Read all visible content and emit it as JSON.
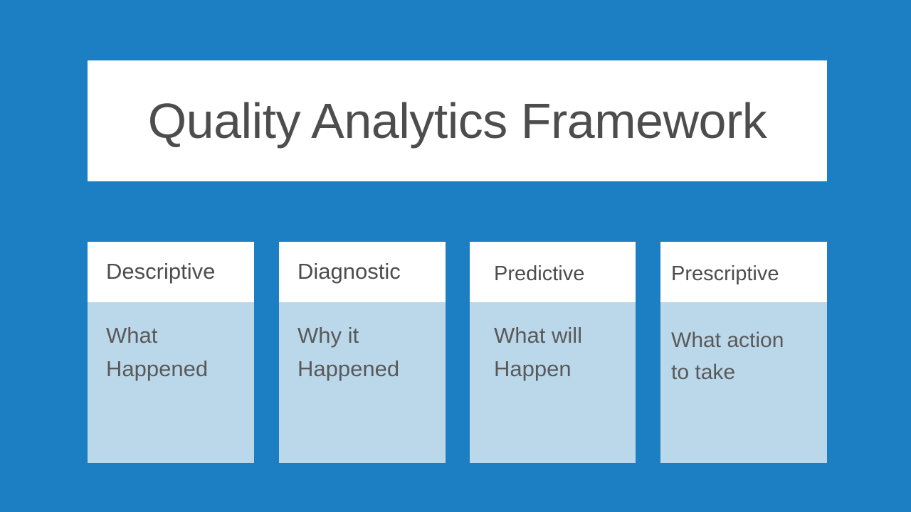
{
  "slide": {
    "title": "Quality Analytics Framework",
    "background_color": "#1c7fc4",
    "title_box_color": "#ffffff",
    "title_text_color": "#4d4d4d",
    "card_header_color": "#ffffff",
    "card_body_color": "#bbd8ea",
    "card_text_color": "#595959"
  },
  "cards": [
    {
      "header": "Descriptive",
      "body": "What\nHappened"
    },
    {
      "header": "Diagnostic",
      "body": "Why it\nHappened"
    },
    {
      "header": "Predictive",
      "body": "What will\nHappen"
    },
    {
      "header": "Prescriptive",
      "body": "What action\nto take"
    }
  ]
}
